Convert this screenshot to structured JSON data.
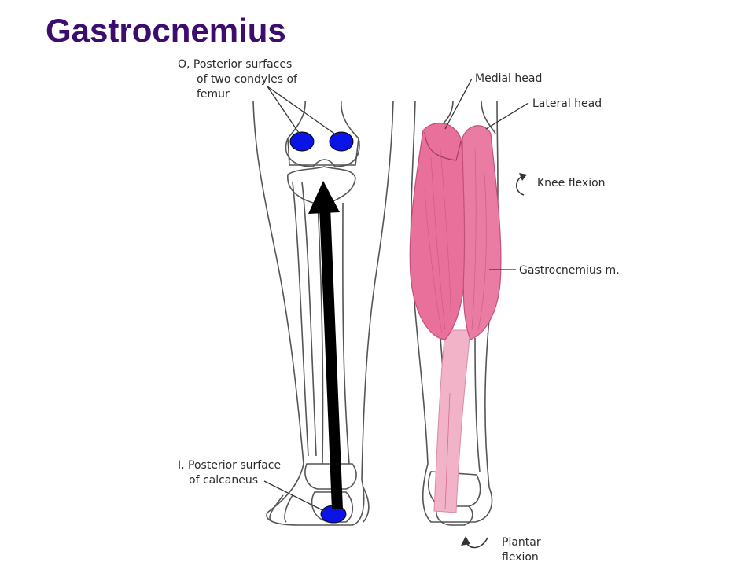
{
  "slide": {
    "title": "Gastrocnemius"
  },
  "left_figure": {
    "origin_label": {
      "line1": "O, Posterior surfaces",
      "line2": "of two condyles of",
      "line3": "femur"
    },
    "insertion_label": {
      "line1": "I, Posterior surface",
      "line2": "of calcaneus"
    }
  },
  "right_figure": {
    "medial_head_label": "Medial head",
    "lateral_head_label": "Lateral head",
    "knee_flexion_label": "Knee flexion",
    "muscle_label": "Gastrocnemius m.",
    "plantar_flexion_label": {
      "line1": "Plantar",
      "line2": "flexion"
    }
  },
  "colors": {
    "title": "#3c0d6e",
    "marker": "#0a14e6",
    "arrow": "#000000",
    "muscle": "#e8709a",
    "tendon": "#f2b3c8"
  }
}
